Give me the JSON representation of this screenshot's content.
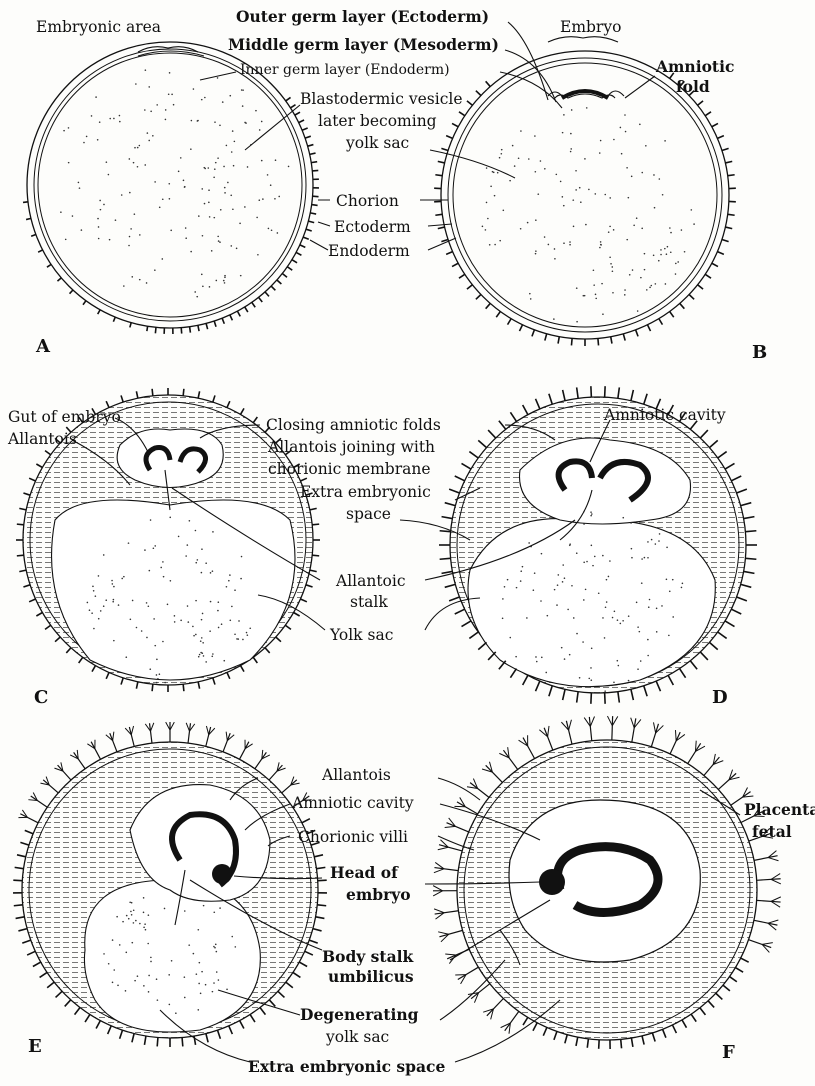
{
  "figure": {
    "panels": [
      "A",
      "B",
      "C",
      "D",
      "E",
      "F"
    ]
  },
  "labels": {
    "embryonic_area": "Embryonic area",
    "outer_germ_layer": "Outer germ layer (Ectoderm)",
    "middle_germ_layer": "Middle germ layer (Mesoderm)",
    "inner_germ_layer": "Inner germ layer (Endoderm)",
    "blastodermic_vesicle_1": "Blastodermic vesicle",
    "blastodermic_vesicle_2": "later becoming",
    "blastodermic_vesicle_3": "yolk sac",
    "embryo": "Embryo",
    "amniotic_fold_1": "Amniotic",
    "amniotic_fold_2": "fold",
    "chorion": "Chorion",
    "ectoderm": "Ectoderm",
    "endoderm": "Endoderm",
    "gut_of_embryo": "Gut of embryo",
    "allantois_c": "Allantois",
    "closing_amniotic_folds": "Closing amniotic folds",
    "allantois_joining_1": "Allantois joining with",
    "allantois_joining_2": "chorionic membrane",
    "amniotic_cavity_d": "Amniotic cavity",
    "extra_embryonic_1": "Extra embryonic",
    "extra_embryonic_2": "space",
    "allantoic_stalk_1": "Allantoic",
    "allantoic_stalk_2": "stalk",
    "yolk_sac": "Yolk sac",
    "allantois_ef": "Allantois",
    "amniotic_cavity_e": "Amniotic cavity",
    "chorionic_villi": "Chorionic villi",
    "placenta_1": "Placenta,",
    "placenta_2": "fetal",
    "head_of_embryo_1": "Head of",
    "head_of_embryo_2": "embryo",
    "body_stalk_1": "Body stalk",
    "body_stalk_2": "umbilicus",
    "degenerating_1": "Degenerating",
    "degenerating_2": "yolk sac",
    "extra_embryonic_space_bottom": "Extra embryonic space"
  }
}
